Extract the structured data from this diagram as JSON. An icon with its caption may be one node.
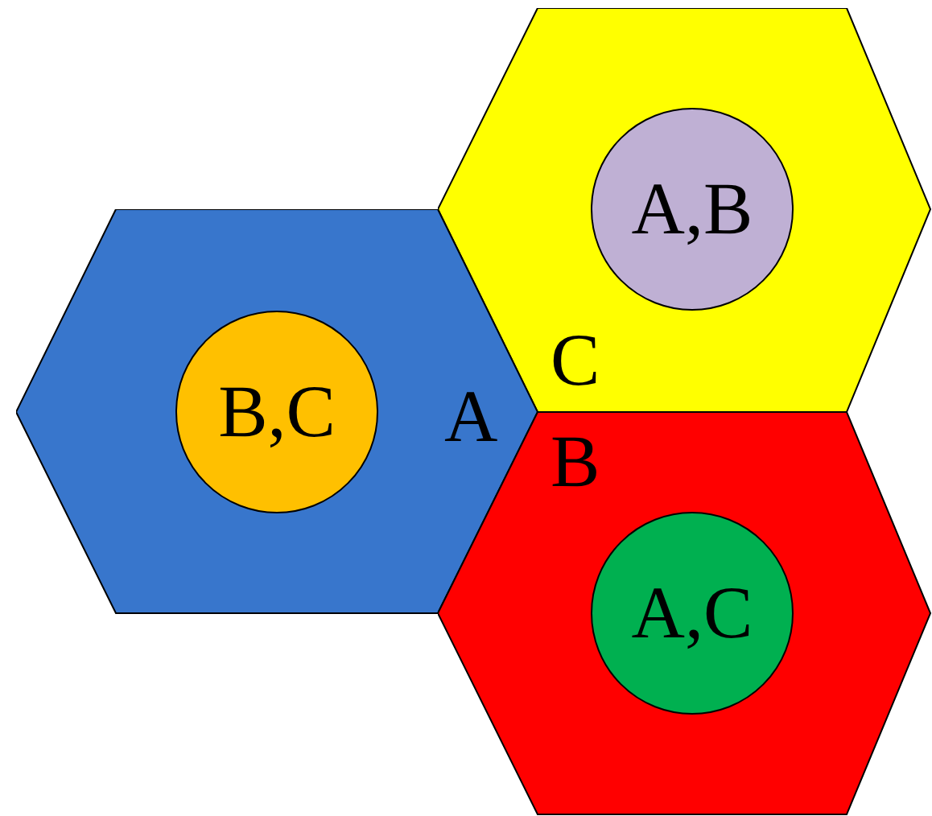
{
  "diagram": {
    "nodes": [
      {
        "text": [
          "C"
        ]
      },
      {
        "text": [
          "A,B"
        ],
        "in": 0
      },
      {
        "text": [
          "A"
        ]
      },
      {
        "text": [
          "B,C"
        ],
        "in": 2
      },
      {
        "text": [
          "B"
        ]
      },
      {
        "text": [
          "A,C"
        ],
        "in": 4
      }
    ],
    "edges": []
  }
}
